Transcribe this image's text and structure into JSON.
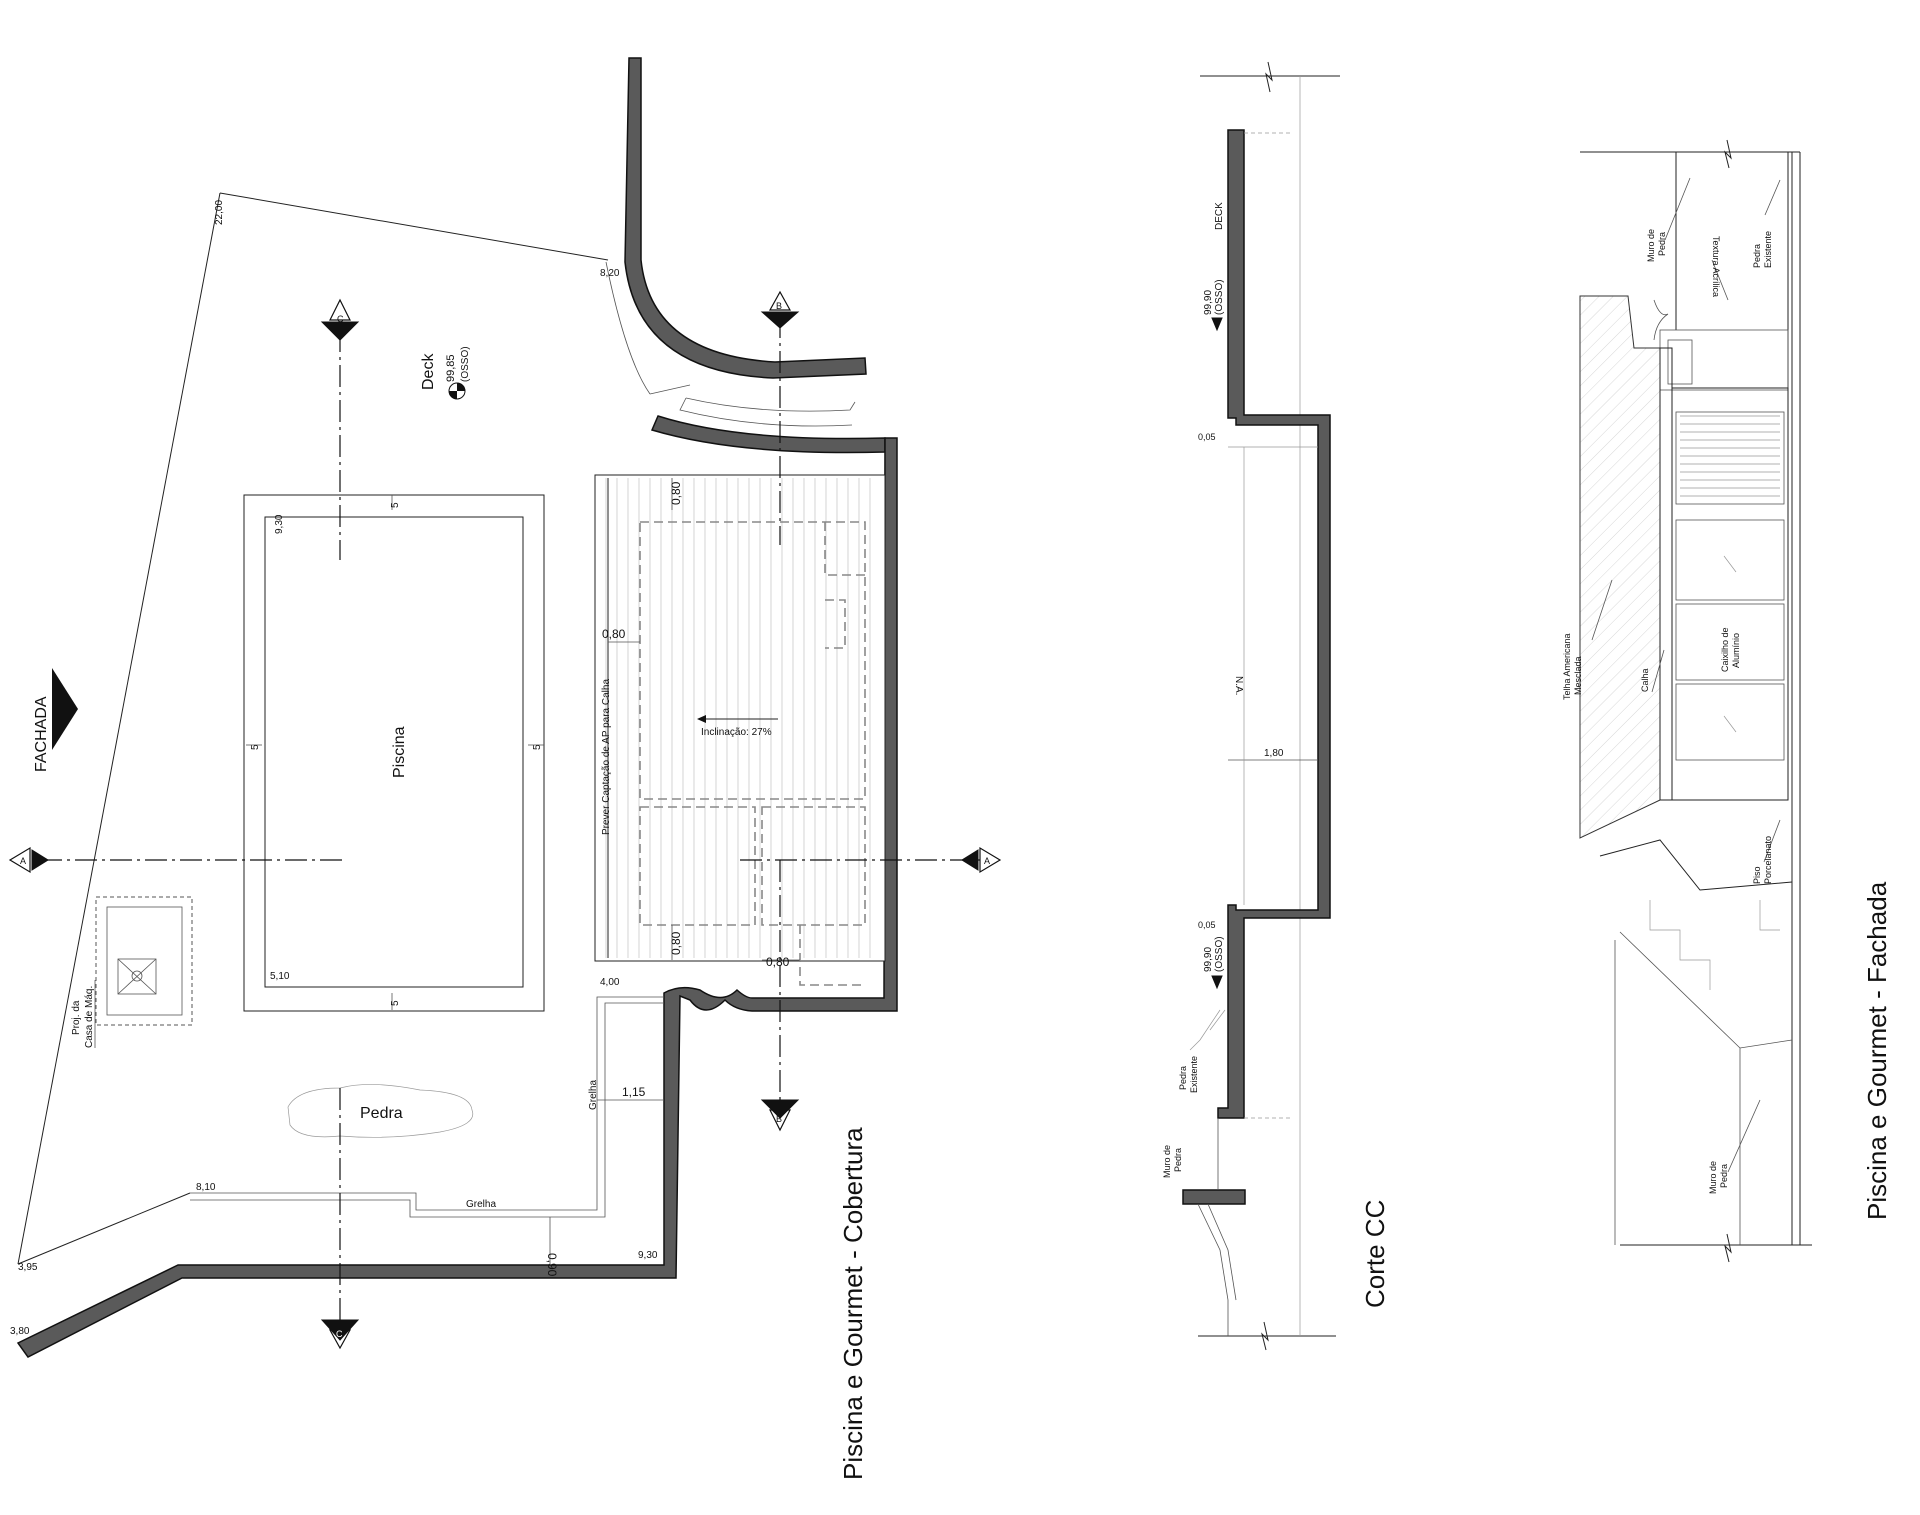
{
  "plan": {
    "title": "Piscina e Gourmet - Cobertura",
    "facade_label": "FACHADA",
    "deck_label": "Deck",
    "deck_level": "99,85",
    "deck_level_note": "(OSSO)",
    "pool_label": "Piscina",
    "stone_label": "Pedra",
    "machine_room_label_1": "Proj. da",
    "machine_room_label_2": "Casa de Máq.",
    "gutter_note": "Prever Captação de AP para Calha",
    "slope_note": "Inclinação: 27%",
    "grate_label_1": "Grelha",
    "grate_label_2": "Grelha",
    "dims": {
      "d_22_00": "22,00",
      "d_8_20": "8,20",
      "d_9_30_pool": "9,30",
      "d_5_10": "5,10",
      "d_5_top": "5",
      "d_5_bottom": "5",
      "d_5_left": "5",
      "d_5_right": "5",
      "d_0_80_top": "0,80",
      "d_0_80_left": "0,80",
      "d_0_80_bottom": "0,80",
      "d_0_80_right": "0,80",
      "d_4_00": "4,00",
      "d_1_15": "1,15",
      "d_8_10": "8,10",
      "d_0_90": "0,90",
      "d_9_30_wall": "9,30",
      "d_3_95": "3,95",
      "d_3_80": "3,80"
    },
    "section_markers": {
      "a_left": "A",
      "a_right": "A",
      "b_top": "B",
      "b_bottom": "B",
      "c_top": "C",
      "c_bottom": "C"
    }
  },
  "section": {
    "title": "Corte CC",
    "deck_label": "DECK",
    "level_top": "99,90",
    "level_top_note": "(OSSO)",
    "level_bottom": "99,90",
    "level_bottom_note": "(OSSO)",
    "step_top": "0,05",
    "step_bottom": "0,05",
    "water_label": "N.A.",
    "depth": "1,80",
    "stone_label_1": "Pedra",
    "stone_label_2": "Existente",
    "wall_label_1": "Muro de",
    "wall_label_2": "Pedra"
  },
  "elevation": {
    "title": "Piscina e Gourmet - Fachada",
    "wall_top_1": "Muro de",
    "wall_top_2": "Pedra",
    "texture_label": "Textura Acrílica",
    "stone_top_1": "Pedra",
    "stone_top_2": "Existente",
    "roof_1": "Telha Americana",
    "roof_2": "Mesclada",
    "gutter_label": "Calha",
    "frame_1": "Caixilho de",
    "frame_2": "Alumínio",
    "floor_1": "Piso",
    "floor_2": "Porcelanato",
    "wall_bottom_1": "Muro de",
    "wall_bottom_2": "Pedra"
  }
}
